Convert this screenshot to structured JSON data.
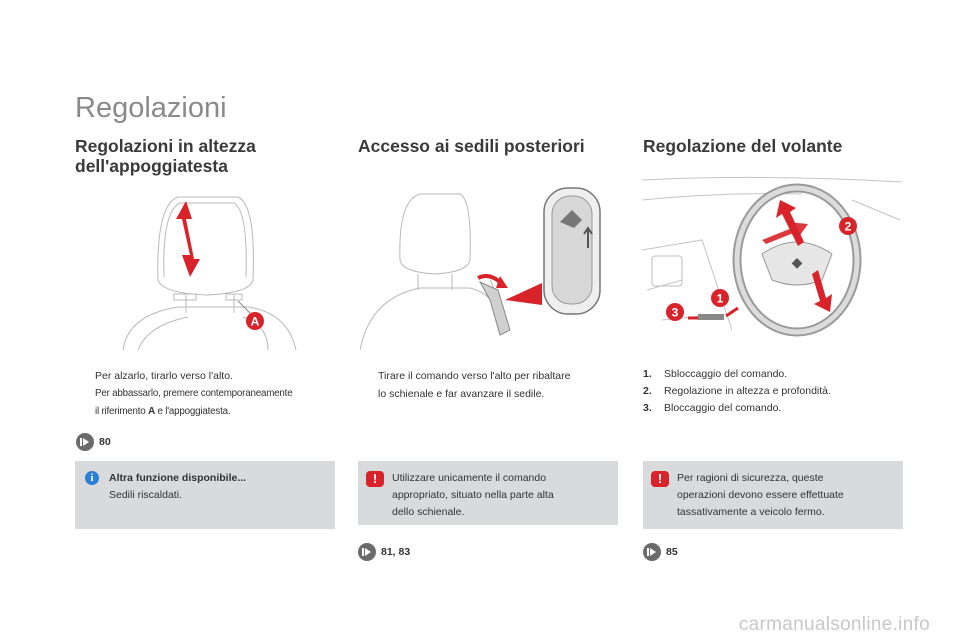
{
  "page": {
    "title": "Regolazioni"
  },
  "sections": [
    {
      "heading": "Regolazioni in altezza dell'appoggiatesta",
      "heading_line1": "Regolazioni in altezza",
      "heading_line2": "dell'appoggiatesta",
      "image_label": "A",
      "bullets": [
        {
          "marker": "",
          "text": "Per alzarlo, tirarlo verso l'alto."
        },
        {
          "marker": "",
          "text_pre": "Per abbassarlo, premere contemporaneamente",
          "text_line2_pre": "il riferimento ",
          "text_bold": "A",
          "text_line2_post": " e l'appoggiatesta."
        }
      ],
      "ref": "80",
      "note": {
        "icon": "info-icon",
        "title": "Altra funzione disponibile...",
        "body": "Sedili riscaldati."
      }
    },
    {
      "heading": "Accesso ai sedili posteriori",
      "bullets": [
        {
          "marker": "",
          "line1": "Tirare il comando verso l'alto per ribaltare",
          "line2": "lo schienale e far avanzare il sedile."
        }
      ],
      "note": {
        "icon": "warning-icon",
        "line1": "Utilizzare unicamente il comando",
        "line2": "appropriato, situato nella parte alta",
        "line3": "dello schienale."
      },
      "ref": "81, 83"
    },
    {
      "heading": "Regolazione del volante",
      "image_labels": [
        "1",
        "2",
        "3"
      ],
      "steps": [
        {
          "n": "1.",
          "text": "Sbloccaggio del comando."
        },
        {
          "n": "2.",
          "text": "Regolazione in altezza e profondità."
        },
        {
          "n": "3.",
          "text": "Bloccaggio del comando."
        }
      ],
      "note": {
        "icon": "warning-icon",
        "line1": "Per ragioni di sicurezza, queste",
        "line2": "operazioni devono essere effettuate",
        "line3": "tassativamente a veicolo fermo."
      },
      "ref": "85"
    }
  ],
  "colors": {
    "accent_red": "#d8232a",
    "note_bg": "#d9dadc",
    "info_blue": "#2b7fd6"
  },
  "watermark": "carmanualsonline.info"
}
